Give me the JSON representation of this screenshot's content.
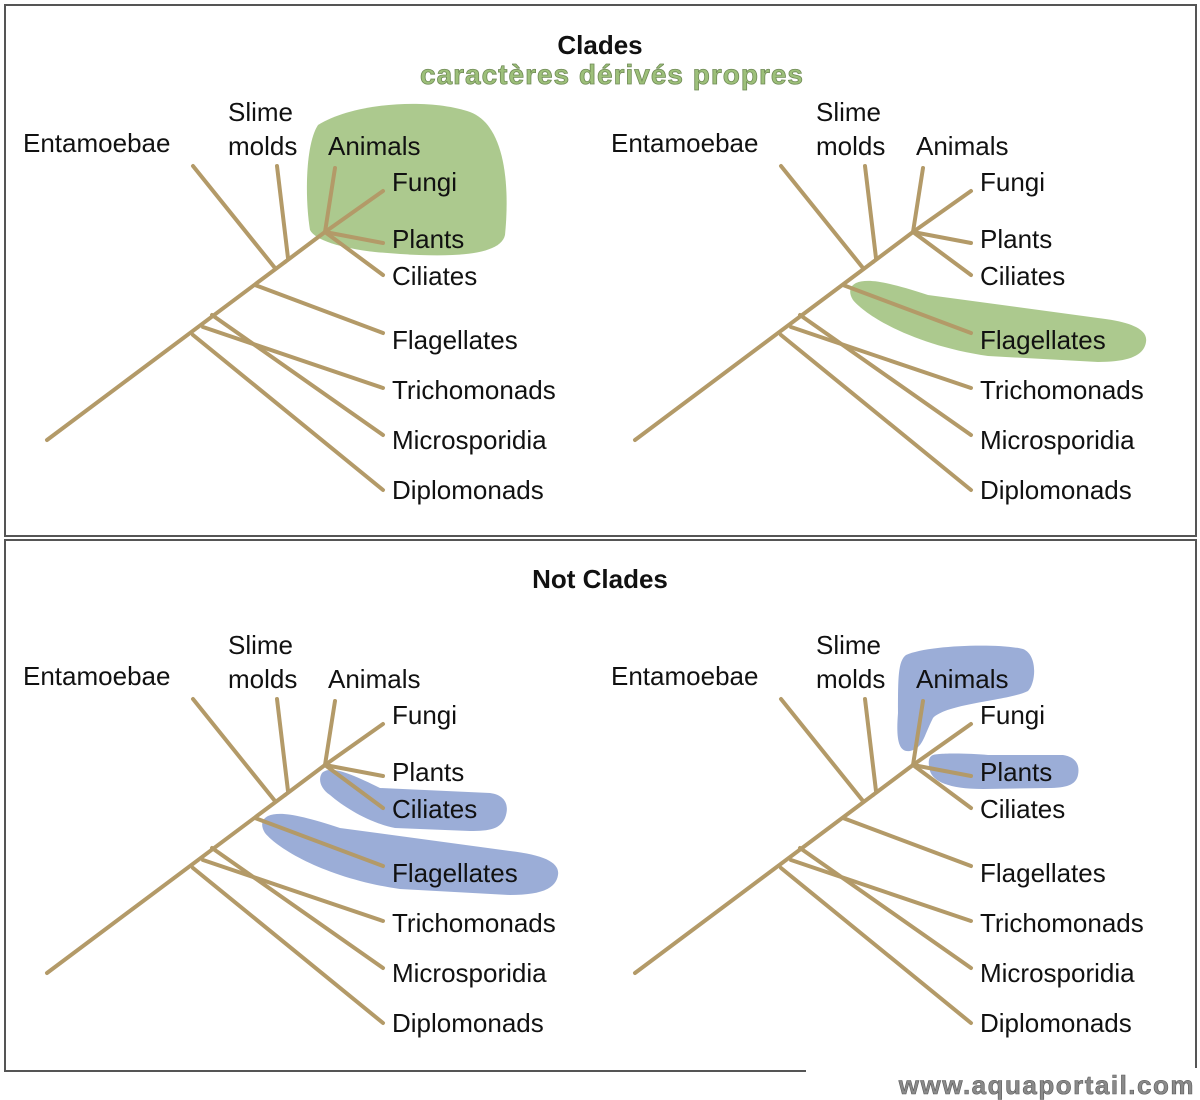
{
  "colors": {
    "branch": "#b39a68",
    "clade_highlight": "#9dc07a",
    "not_clade_highlight": "#8a9fd0",
    "frame": "#555555",
    "subtitle": "#9dc07a",
    "text": "#111111",
    "watermark": "#8a8a8a"
  },
  "sections": [
    {
      "title": "Clades",
      "subtitle": "caractères dérivés propres"
    },
    {
      "title": "Not Clades"
    }
  ],
  "taxa": {
    "entamoebae": "Entamoebae",
    "slime": "Slime",
    "molds": "molds",
    "animals": "Animals",
    "fungi": "Fungi",
    "plants": "Plants",
    "ciliates": "Ciliates",
    "flagellates": "Flagellates",
    "trichomonads": "Trichomonads",
    "microsporidia": "Microsporidia",
    "diplomonads": "Diplomonads"
  },
  "trees": [
    {
      "section": "Clades",
      "highlight": "clade",
      "highlighted_groups": [
        [
          "Animals",
          "Fungi",
          "Plants"
        ]
      ]
    },
    {
      "section": "Clades",
      "highlight": "clade",
      "highlighted_groups": [
        [
          "Flagellates"
        ]
      ]
    },
    {
      "section": "Not Clades",
      "highlight": "not_clade",
      "highlighted_groups": [
        [
          "Ciliates",
          "Flagellates"
        ]
      ]
    },
    {
      "section": "Not Clades",
      "highlight": "not_clade",
      "highlighted_groups": [
        [
          "Animals",
          "Plants"
        ]
      ]
    }
  ],
  "watermark": "www.aquaportail.com"
}
